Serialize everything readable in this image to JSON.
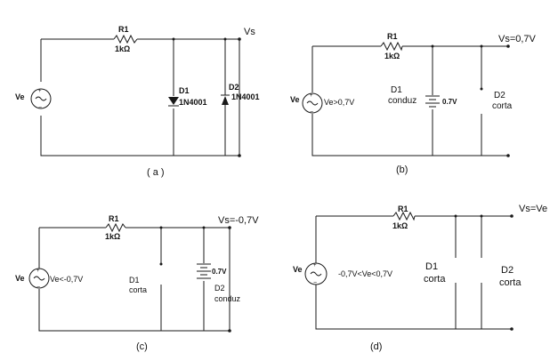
{
  "circuit_a": {
    "resistor_name": "R1",
    "resistor_value": "1kΩ",
    "source_name": "Ve",
    "output_label": "Vs",
    "diode1_name": "D1",
    "diode1_part": "1N4001",
    "diode2_name": "D2",
    "diode2_part": "1N4001",
    "caption": "( a )"
  },
  "circuit_b": {
    "resistor_name": "R1",
    "resistor_value": "1kΩ",
    "source_name": "Ve",
    "source_condition": "Ve>0,7V",
    "output_label": "Vs=0,7V",
    "diode1_name": "D1",
    "diode1_state": "conduz",
    "battery_value": "0.7V",
    "diode2_name": "D2",
    "diode2_state": "corta",
    "caption": "(b)"
  },
  "circuit_c": {
    "resistor_name": "R1",
    "resistor_value": "1kΩ",
    "source_name": "Ve",
    "source_condition": "Ve<-0,7V",
    "output_label": "Vs=-0,7V",
    "diode1_name": "D1",
    "diode1_state": "corta",
    "battery_value": "0.7V",
    "diode2_name": "D2",
    "diode2_state": "conduz",
    "caption": "(c)"
  },
  "circuit_d": {
    "resistor_name": "R1",
    "resistor_value": "1kΩ",
    "source_name": "Ve",
    "source_condition": "-0,7V<Ve<0,7V",
    "output_label": "Vs=Ve",
    "diode1_name": "D1",
    "diode1_state": "corta",
    "diode2_name": "D2",
    "diode2_state": "corta",
    "caption": "(d)"
  },
  "colors": {
    "wire": "#1a1a1a",
    "background": "#ffffff"
  },
  "symbols": {
    "source": "ac-source-icon",
    "resistor": "resistor-icon",
    "diode": "diode-icon",
    "battery": "battery-icon",
    "terminal": "terminal-dot-icon"
  }
}
